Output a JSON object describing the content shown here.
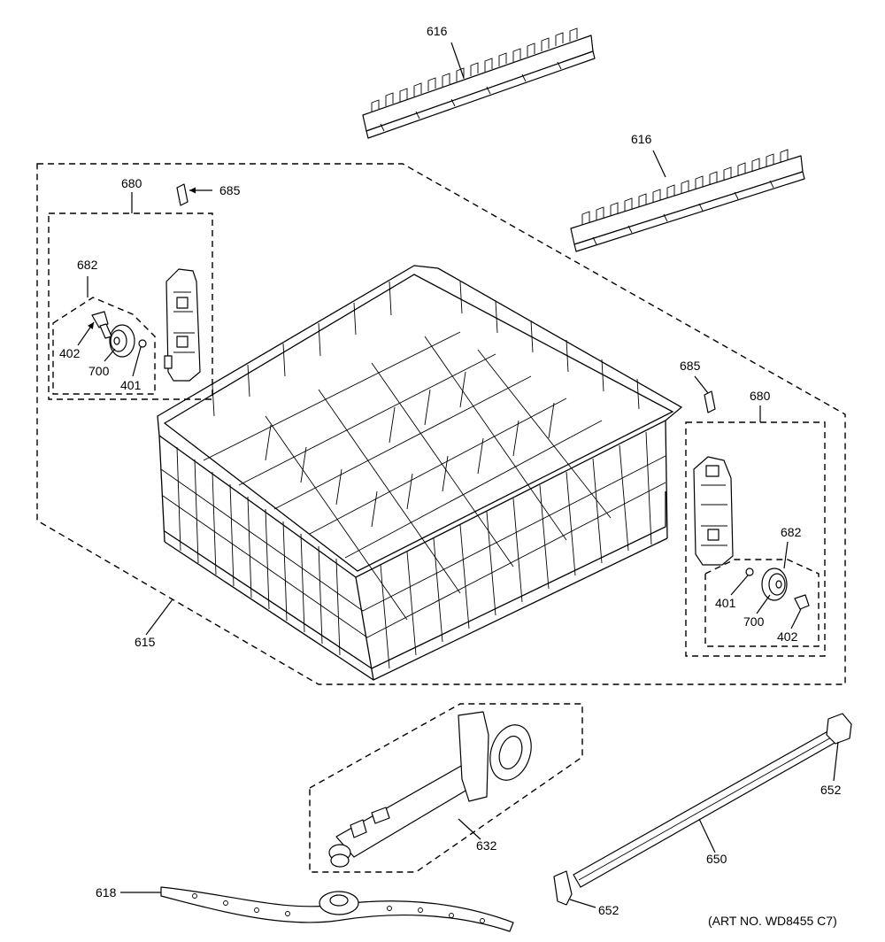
{
  "labels": {
    "p616_top": "616",
    "p616_right": "616",
    "p680_left": "680",
    "p685_left": "685",
    "p682_left": "682",
    "p402_left": "402",
    "p700_left": "700",
    "p401_left": "401",
    "p685_right": "685",
    "p680_right": "680",
    "p682_right": "682",
    "p401_right": "401",
    "p700_right": "700",
    "p402_right": "402",
    "p615": "615",
    "p632": "632",
    "p618": "618",
    "p650": "650",
    "p652_top": "652",
    "p652_bottom": "652"
  },
  "art_number": "(ART NO. WD8455 C7)"
}
